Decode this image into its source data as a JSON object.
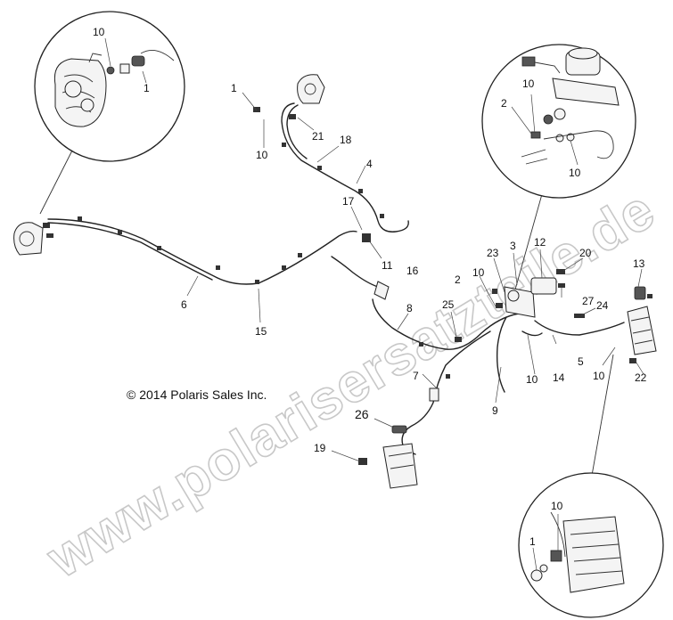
{
  "copyright": "© 2014 Polaris Sales Inc.",
  "watermark": "www.polarisersatzteile.de",
  "callouts": [
    "10",
    "1",
    "1",
    "10",
    "21",
    "18",
    "4",
    "17",
    "11",
    "16",
    "6",
    "15",
    "8",
    "2",
    "10",
    "23",
    "3",
    "12",
    "20",
    "13",
    "27",
    "24",
    "25",
    "5",
    "10",
    "22",
    "7",
    "10",
    "14",
    "9",
    "26",
    "19",
    "2",
    "10",
    "10",
    "10",
    "1"
  ]
}
